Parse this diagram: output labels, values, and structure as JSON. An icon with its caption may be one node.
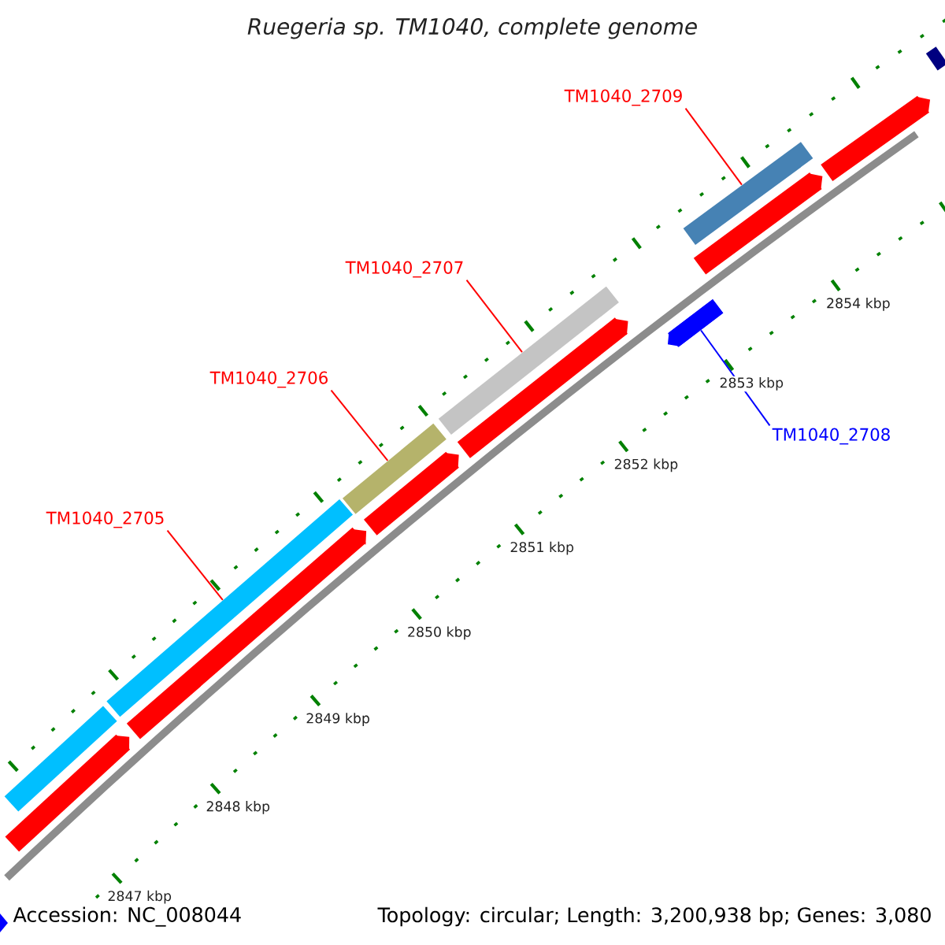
{
  "diagram": {
    "title": "Ruegeria sp. TM1040, complete genome",
    "nodes": [
      {
        "text": [
          "TM1040_2709"
        ]
      },
      {
        "text": [],
        "shape": "bar"
      },
      {
        "text": [
          "TM1040_2707"
        ]
      },
      {
        "text": [],
        "shape": "bar"
      },
      {
        "text": [
          "TM1040_2706"
        ]
      },
      {
        "text": [],
        "shape": "bar"
      },
      {
        "text": [
          "TM1040_2705"
        ]
      },
      {
        "text": [],
        "shape": "bar"
      },
      {
        "text": [
          "TM1040_2708"
        ]
      },
      {
        "text": [],
        "shape": "bar"
      },
      {
        "text": [],
        "shape": "bar"
      },
      {
        "text": [],
        "shape": "bar"
      },
      {
        "text": [],
        "shape": "arrow"
      },
      {
        "text": [],
        "shape": "arrow"
      },
      {
        "text": [],
        "shape": "arrow"
      },
      {
        "text": [],
        "shape": "arrow"
      },
      {
        "text": [],
        "shape": "arrow"
      },
      {
        "text": [],
        "shape": "arrow"
      }
    ],
    "edges": [
      {
        "from": 0,
        "to": 1,
        "arrow": "none"
      },
      {
        "from": 2,
        "to": 3,
        "arrow": "none"
      },
      {
        "from": 4,
        "to": 5,
        "arrow": "none"
      },
      {
        "from": 6,
        "to": 7,
        "arrow": "none"
      },
      {
        "from": 8,
        "to": 9,
        "arrow": "none",
        "color": "#0000ff"
      }
    ],
    "labels": [
      "2854 kbp",
      "2853 kbp",
      "2852 kbp",
      "2851 kbp",
      "2850 kbp",
      "2849 kbp",
      "2848 kbp",
      "2847 kbp",
      "Accession: NC_008044",
      "Topology: circular; Length: 3,200,938 bp; Genes: 3,080"
    ]
  }
}
